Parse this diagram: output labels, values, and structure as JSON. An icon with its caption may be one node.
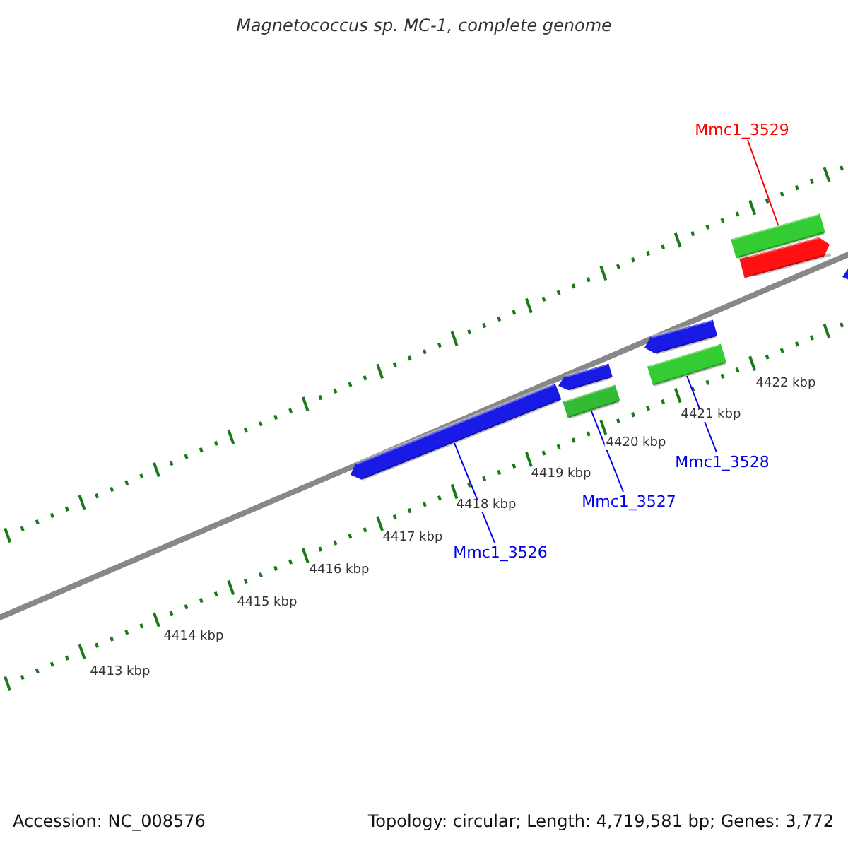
{
  "diagram": {
    "title": "Magnetococcus sp. MC-1, complete genome",
    "nodes": [
      {
        "text": [
          "Mmc1_3529"
        ]
      },
      {
        "text": [],
        "shape": "bar"
      },
      {
        "text": [],
        "shape": "arrow"
      },
      {
        "text": [],
        "shape": "arrow"
      },
      {
        "text": [],
        "shape": "arrow"
      },
      {
        "text": [],
        "shape": "bar"
      },
      {
        "text": [],
        "shape": "arrow"
      },
      {
        "text": [],
        "shape": "bar"
      },
      {
        "text": [],
        "shape": "arrow"
      },
      {
        "text": [
          "Mmc1_3528"
        ]
      },
      {
        "text": [
          "Mmc1_3527"
        ]
      },
      {
        "text": [
          "Mmc1_3526"
        ]
      }
    ],
    "edges": [
      {
        "from": 0,
        "to": 1,
        "arrow": "none",
        "color": "#ff0000"
      },
      {
        "from": 9,
        "to": 5,
        "arrow": "none"
      },
      {
        "from": 10,
        "to": 7,
        "arrow": "none"
      },
      {
        "from": 11,
        "to": 8,
        "arrow": "none"
      }
    ],
    "labels": [
      "4422 kbp",
      "4421 kbp",
      "4420 kbp",
      "4419 kbp",
      "4418 kbp",
      "4417 kbp",
      "4416 kbp",
      "4415 kbp",
      "4414 kbp",
      "4413 kbp",
      "Accession: NC_008576",
      "Topology: circular; Length: 4,719,581 bp; Genes: 3,772"
    ]
  }
}
